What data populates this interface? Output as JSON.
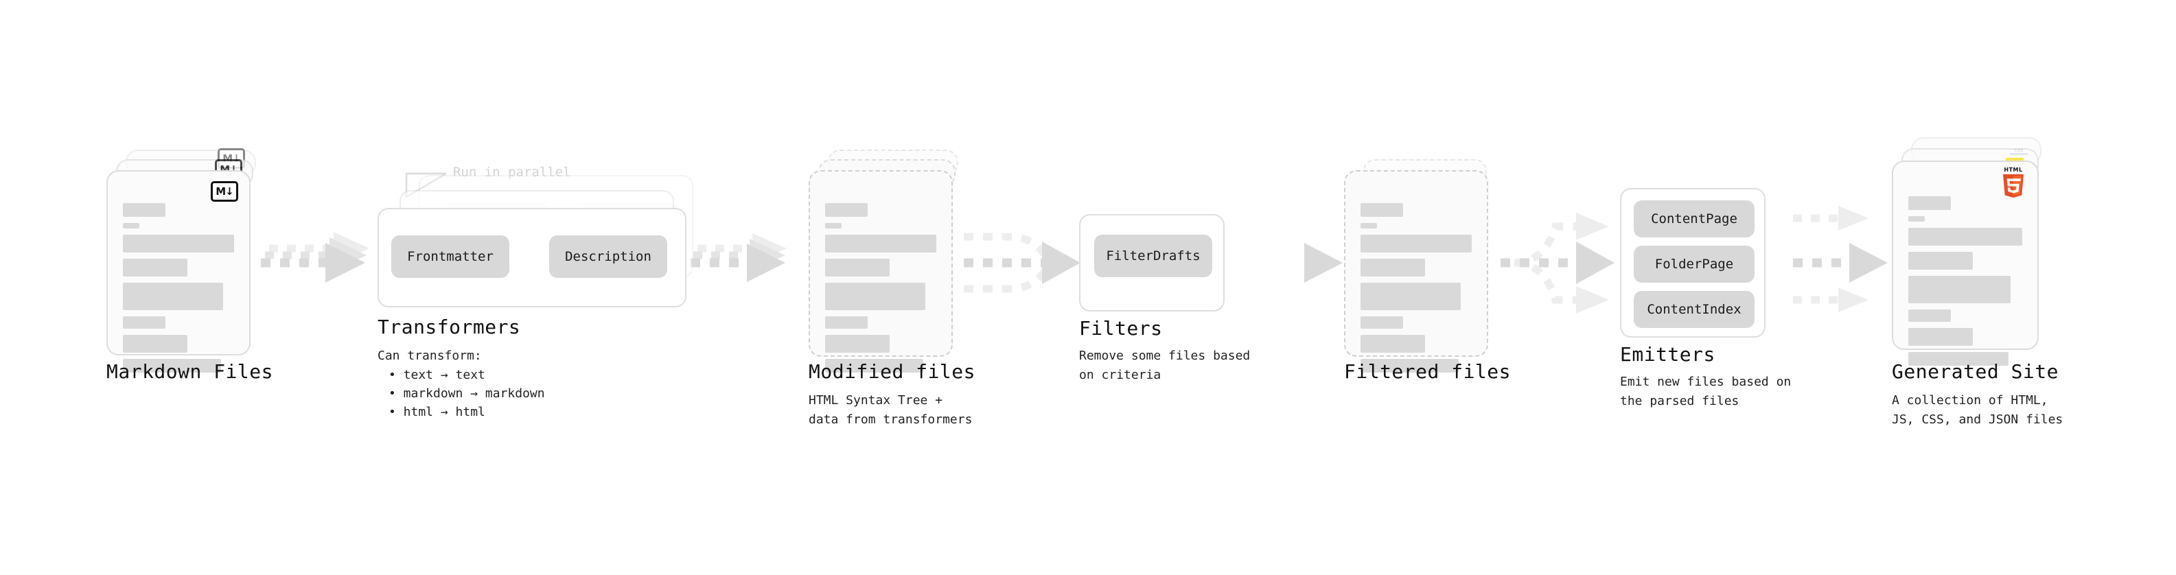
{
  "diagram": {
    "title_font_note": "monospace",
    "accent_colors": {
      "markdown_badge": "#111111",
      "js_yellow": "#f7df1e",
      "css_blue": "#264de4",
      "html_orange": "#e44d26",
      "chip_gray": "#d8d8d8",
      "bar_gray": "#d9d9d9",
      "arrow_gray": "#d9d9d9",
      "border_gray": "#dcdcdc"
    },
    "stages": [
      {
        "id": "markdown-files",
        "title": "Markdown Files",
        "subtitle": "",
        "badge": "M↓",
        "badge_name": "markdown-badge"
      },
      {
        "id": "transformers",
        "title": "Transformers",
        "note": "Run in parallel",
        "caption": "Can transform:",
        "bullets": [
          "• text → text",
          "• markdown → markdown",
          "• html → html"
        ],
        "chips": [
          "Frontmatter",
          "Description"
        ]
      },
      {
        "id": "modified-files",
        "title": "Modified files",
        "subtitle": "HTML Syntax Tree +\ndata from transformers"
      },
      {
        "id": "filters",
        "title": "Filters",
        "subtitle": "Remove some files based\non criteria",
        "chips": [
          "FilterDrafts"
        ]
      },
      {
        "id": "filtered-files",
        "title": "Filtered files",
        "subtitle": ""
      },
      {
        "id": "emitters",
        "title": "Emitters",
        "subtitle": "Emit new files based on\nthe parsed files",
        "chips": [
          "ContentPage",
          "FolderPage",
          "ContentIndex"
        ]
      },
      {
        "id": "generated-site",
        "title": "Generated Site",
        "subtitle": "A collection of HTML,\nJS, CSS, and JSON files",
        "badges": [
          "HTML",
          "JS",
          "CSS"
        ]
      }
    ]
  }
}
